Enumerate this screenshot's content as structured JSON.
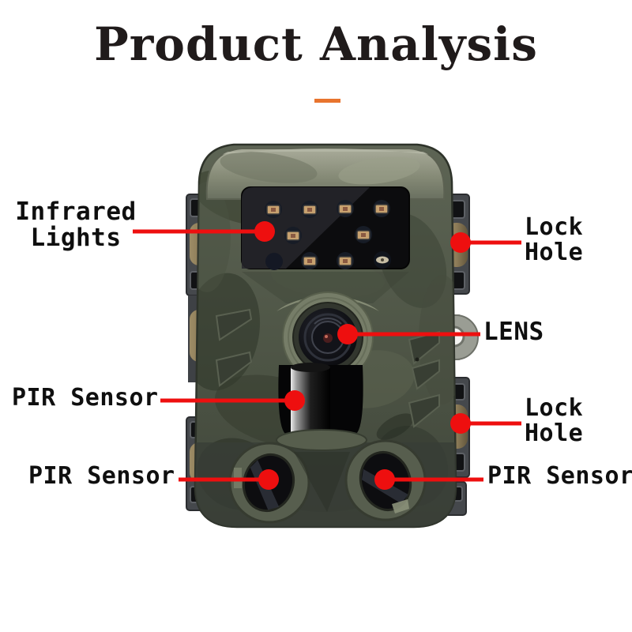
{
  "title": "Product Analysis",
  "divider": {
    "color": "#e8742e"
  },
  "annotation": {
    "color": "#ee0f0f",
    "infrared_lights": {
      "line1": "Infrared",
      "line2": "Lights"
    },
    "lock_hole_top": {
      "line1": "Lock",
      "line2": "Hole"
    },
    "lens": {
      "label": "LENS"
    },
    "pir_sensor_left": {
      "label": "PIR Sensor"
    },
    "lock_hole_bottom": {
      "line1": "Lock",
      "line2": "Hole"
    },
    "pir_sensor_bottom_left": {
      "label": "PIR Sensor"
    },
    "pir_sensor_bottom_right": {
      "label": "PIR Sensor"
    }
  },
  "product": {
    "description": "camouflage trail camera, front view",
    "body_color": "#4f5646",
    "cap_color": "#8e937f",
    "ir_panel_color": "#0c0c0e",
    "ir_led_chip_color": "#c7a16f",
    "lock_cylinder_color": "#8d7c58",
    "ir_led_count": 8
  }
}
